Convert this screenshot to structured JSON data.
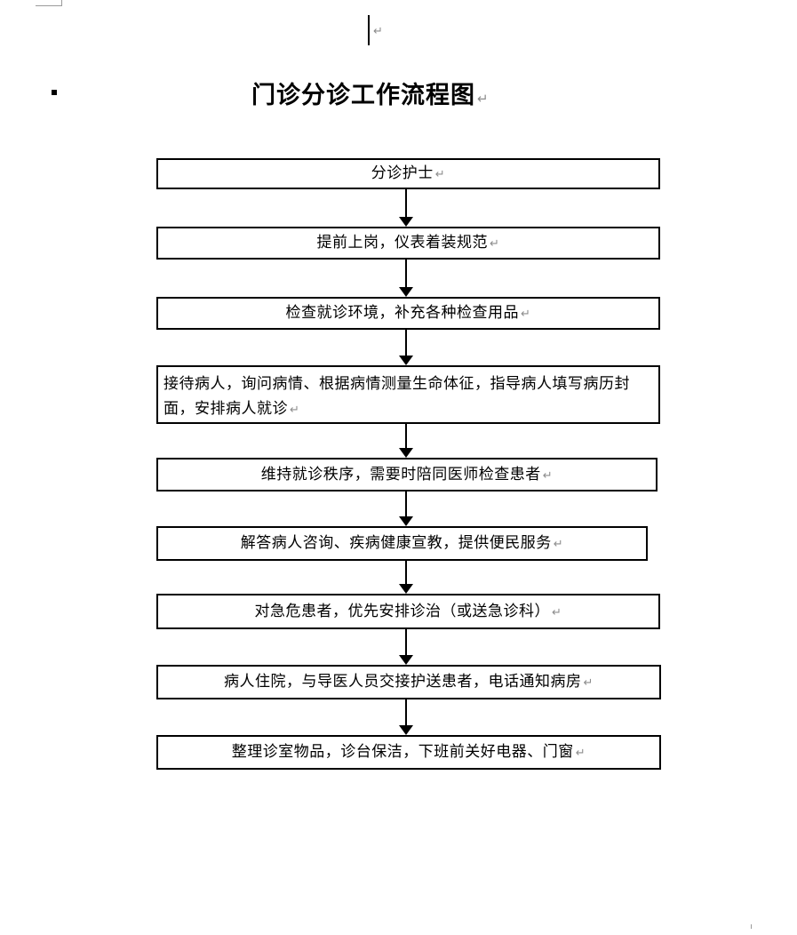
{
  "title": {
    "text": "门诊分诊工作流程图"
  },
  "marks": {
    "paragraph_mark": "↵"
  },
  "flow": {
    "steps": [
      {
        "text": "分诊护士"
      },
      {
        "text": "提前上岗，仪表着装规范"
      },
      {
        "text": "检查就诊环境，补充各种检查用品"
      },
      {
        "text": "接待病人，询问病情、根据病情测量生命体征，指导病人填写病历封面，安排病人就诊"
      },
      {
        "text": "维持就诊秩序，需要时陪同医师检查患者"
      },
      {
        "text": "解答病人咨询、疾病健康宣教，提供便民服务"
      },
      {
        "text": "对急危患者，优先安排诊治（或送急诊科）"
      },
      {
        "text": "病人住院，与导医人员交接护送患者，电话通知病房"
      },
      {
        "text": "整理诊室物品，诊台保洁，下班前关好电器、门窗"
      }
    ]
  },
  "colors": {
    "box_border": "#000000",
    "text": "#000000",
    "paragraph_mark": "#8c8c8c",
    "crop_mark": "#9a9a9a",
    "page_background": "#ffffff"
  }
}
